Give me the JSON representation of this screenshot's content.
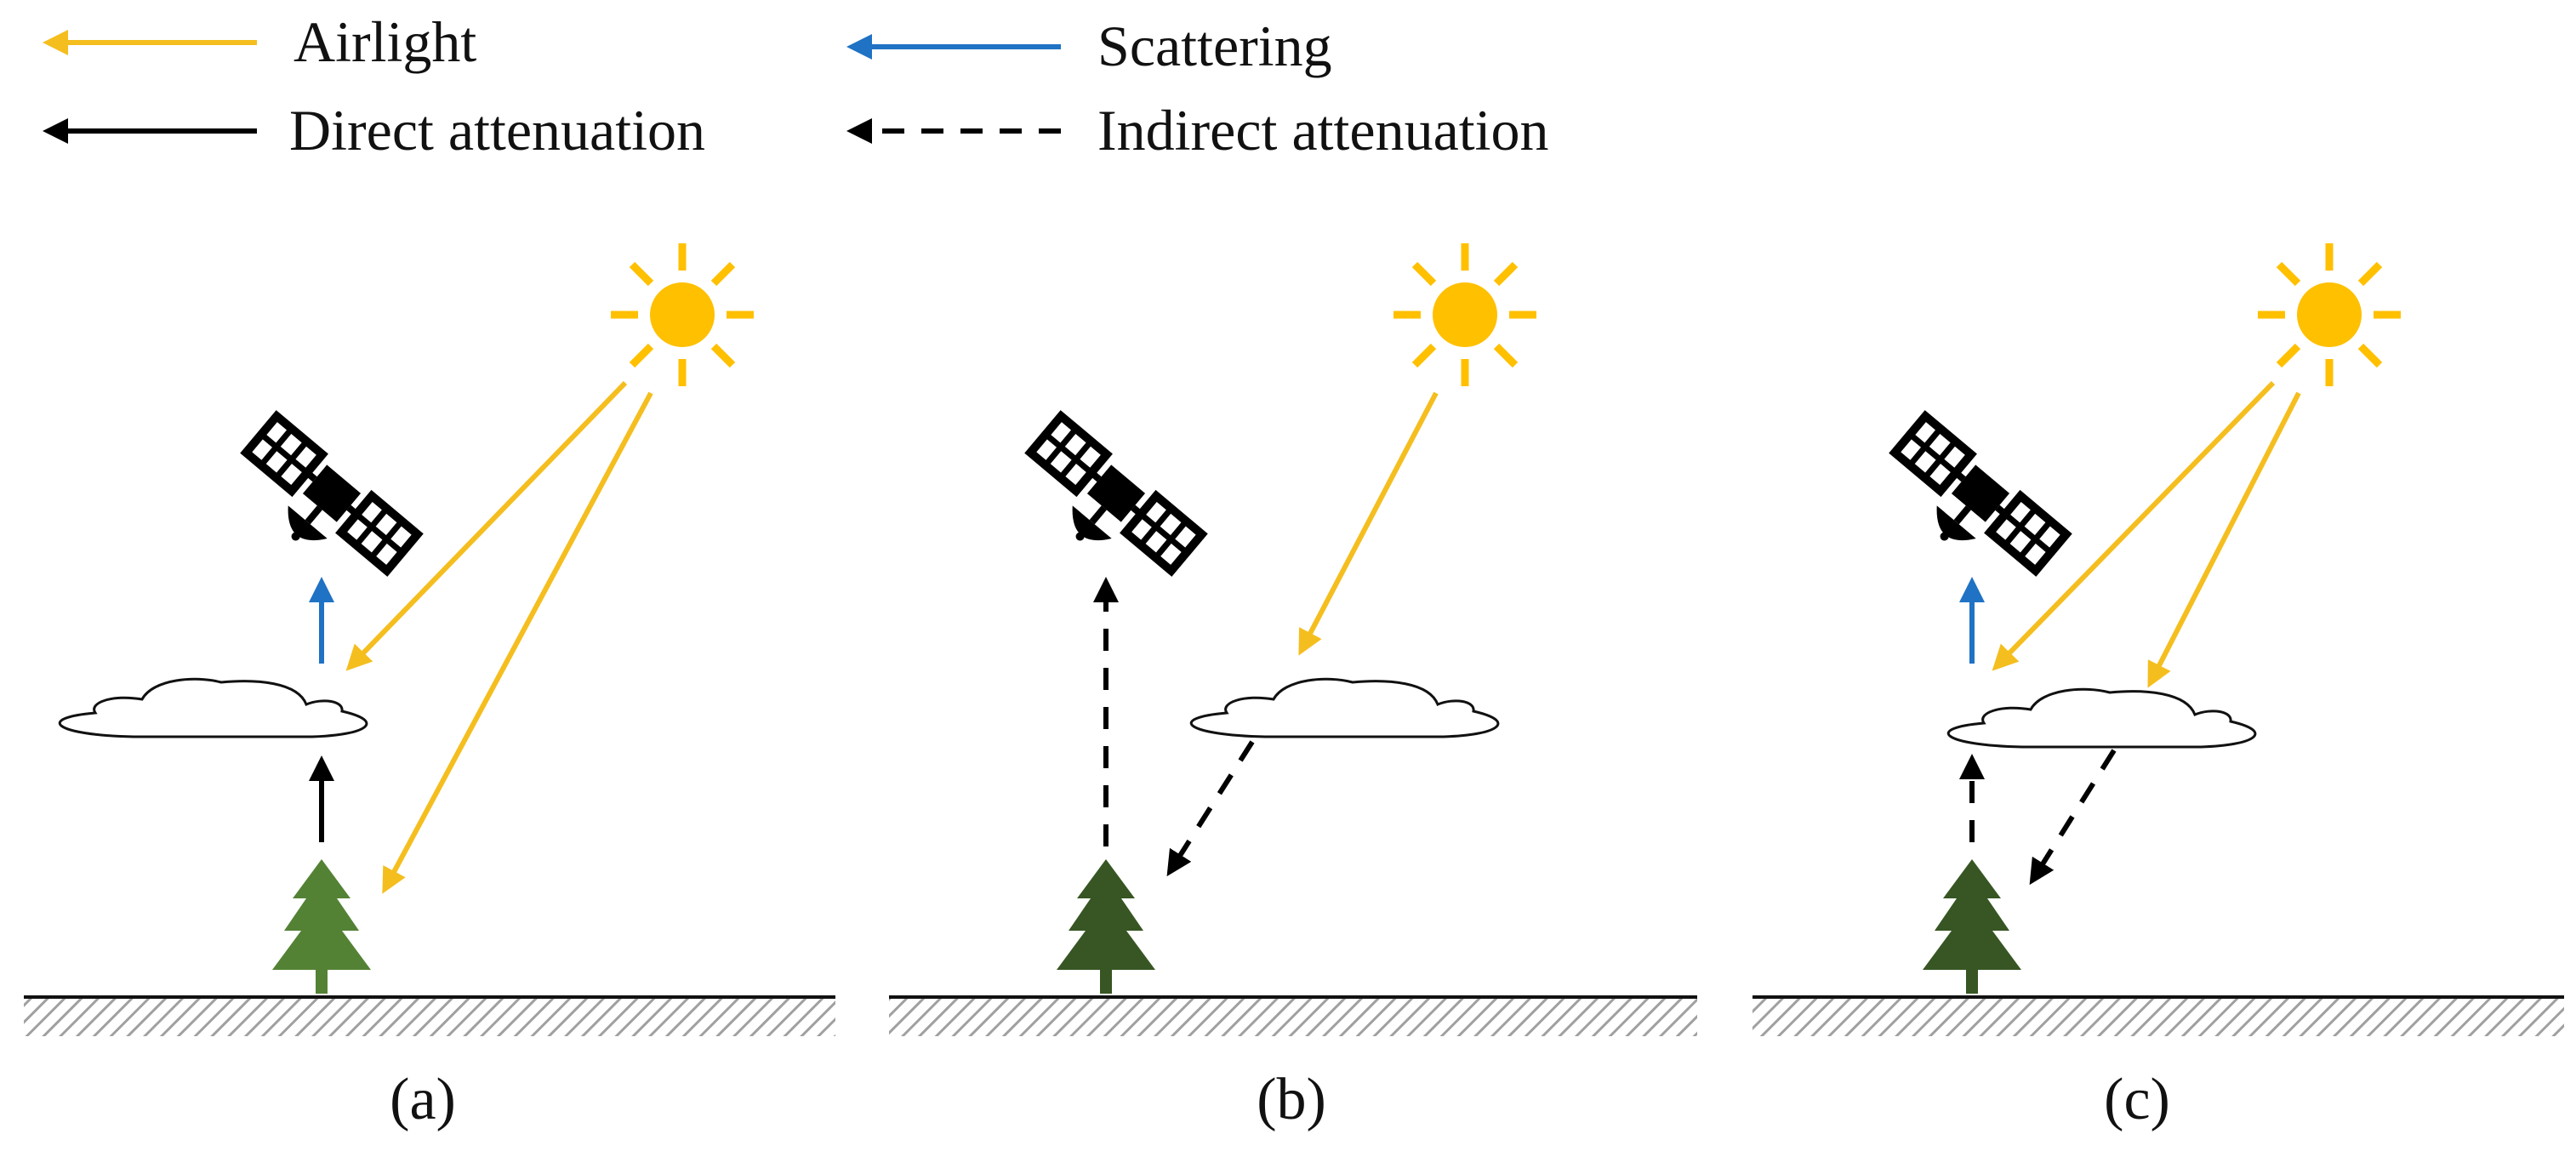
{
  "colors": {
    "airlight": "#F5BE1F",
    "scattering": "#1F72C4",
    "direct": "#000000",
    "sun": "#FFC000",
    "tree_light": "#548235",
    "tree_dark": "#375623",
    "ground_hatch": "#a6a6a6"
  },
  "legend": {
    "airlight": "Airlight",
    "scattering": "Scattering",
    "direct_attenuation": "Direct attenuation",
    "indirect_attenuation": "Indirect attenuation"
  },
  "panels": [
    {
      "caption": "(a)",
      "tree_color": "tree_light",
      "sun_icon": "sun-icon",
      "cloud_icon": "cloud-icon",
      "satellite_icon": "satellite-icon",
      "tree_icon": "tree-icon"
    },
    {
      "caption": "(b)",
      "tree_color": "tree_dark",
      "sun_icon": "sun-icon",
      "cloud_icon": "cloud-icon",
      "satellite_icon": "satellite-icon",
      "tree_icon": "tree-icon"
    },
    {
      "caption": "(c)",
      "tree_color": "tree_dark",
      "sun_icon": "sun-icon",
      "cloud_icon": "cloud-icon",
      "satellite_icon": "satellite-icon",
      "tree_icon": "tree-icon"
    }
  ]
}
